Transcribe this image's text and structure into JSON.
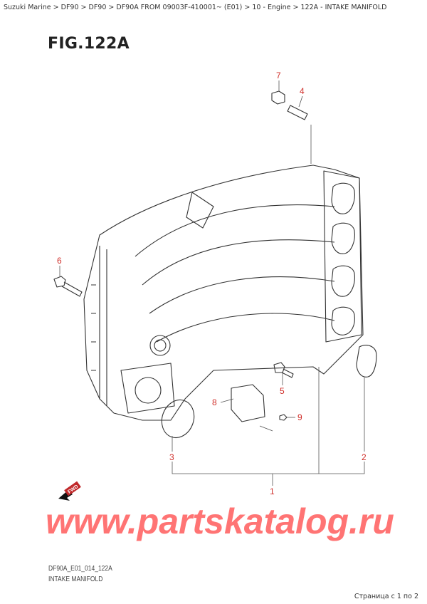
{
  "breadcrumb": "Suzuki Marine > DF90 > DF90 > DF90A FROM 09003F-410001~ (E01) > 10 - Engine > 122A - INTAKE MANIFOLD",
  "figure_title": "FIG.122A",
  "callouts": [
    "1",
    "2",
    "3",
    "4",
    "5",
    "6",
    "7",
    "8",
    "9"
  ],
  "fwd_label": "FWD",
  "watermark": "www.partskatalog.ru",
  "drawing_code": "DF90A_E01_014_122A",
  "drawing_name": "INTAKE MANIFOLD",
  "pager": "Страница с 1 по 2",
  "colors": {
    "callout": "#d0302b",
    "watermark": "#ff6b6b"
  }
}
